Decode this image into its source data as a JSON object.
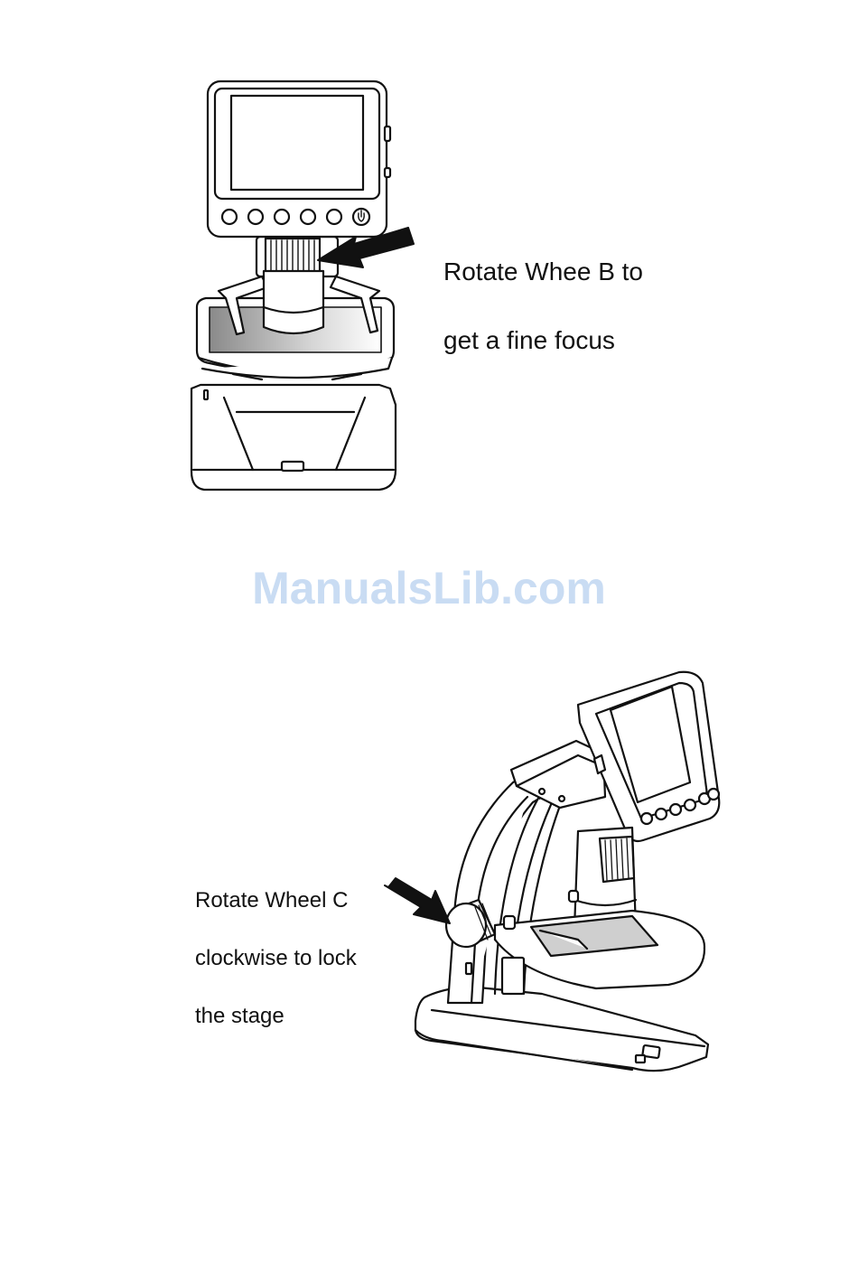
{
  "watermark": "ManualsLib.com",
  "figures": [
    {
      "caption_lines": [
        "Rotate Whee B to",
        "get a fine focus"
      ],
      "illustration": "microscope-front-view-wheel-b"
    },
    {
      "caption_lines": [
        "Rotate Wheel C",
        "clockwise to lock",
        "the stage"
      ],
      "illustration": "microscope-side-view-wheel-c"
    }
  ]
}
